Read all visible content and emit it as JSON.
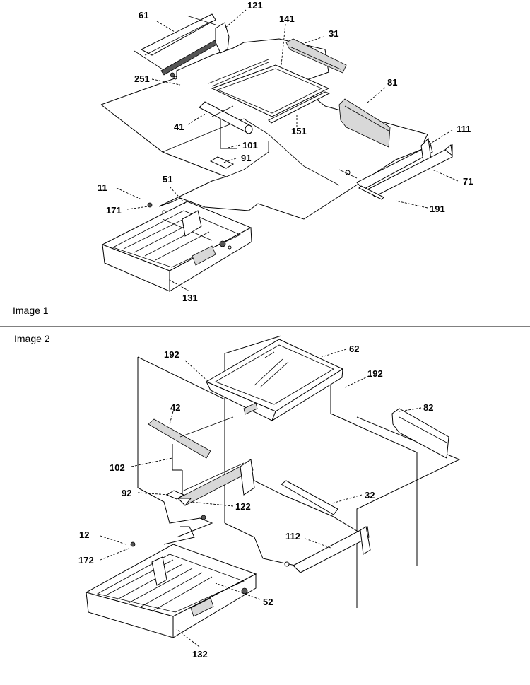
{
  "panels": [
    {
      "caption": "Image 1",
      "callouts": [
        "61",
        "121",
        "141",
        "31",
        "251",
        "81",
        "41",
        "151",
        "101",
        "91",
        "111",
        "71",
        "11",
        "51",
        "171",
        "191",
        "131"
      ]
    },
    {
      "caption": "Image 2",
      "callouts": [
        "62",
        "192",
        "192",
        "42",
        "82",
        "102",
        "92",
        "122",
        "32",
        "12",
        "112",
        "172",
        "52",
        "132"
      ]
    }
  ]
}
